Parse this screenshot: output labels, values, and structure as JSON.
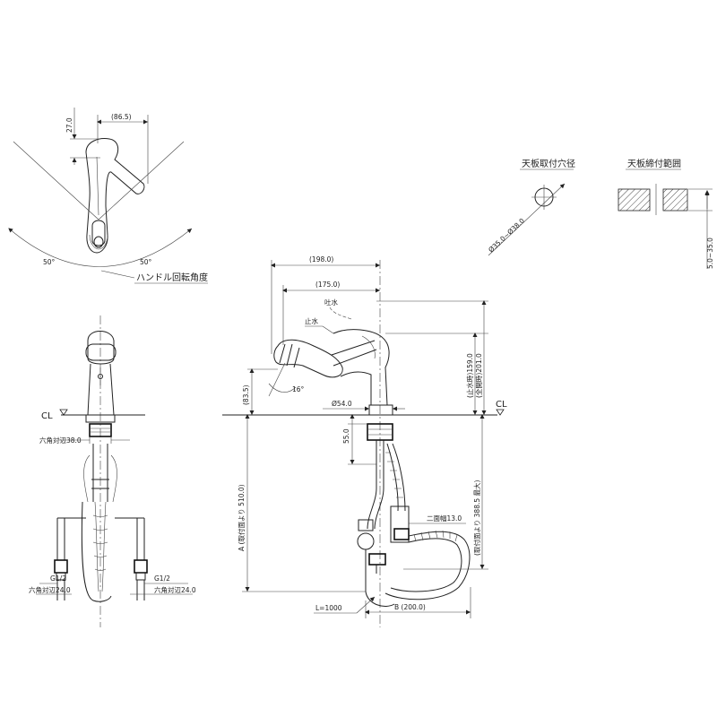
{
  "top_view": {
    "dim_width": "(86.5)",
    "dim_offset": "27.0",
    "angle_left": "50°",
    "angle_right": "50°",
    "caption": "ハンドル回転角度"
  },
  "mounting_hole": {
    "title": "天板取付穴径",
    "dim": "Ø35.0~Ø38.0"
  },
  "mounting_range": {
    "title": "天板締付範囲",
    "dim": "5.0~35.0"
  },
  "front_view": {
    "centerline": "CL",
    "hex_top": "六角対辺38.0",
    "thread_left": "G1/2",
    "thread_right": "G1/2",
    "hex_left": "六角対辺24.0",
    "hex_right": "六角対辺24.0"
  },
  "side_view": {
    "centerline": "CL",
    "dim_reach_total": "(198.0)",
    "dim_reach_spout": "(175.0)",
    "label_stop": "止水",
    "label_flow": "吐水",
    "dim_height_spout": "(83.5)",
    "angle_spout": "16°",
    "dim_base_dia": "Ø54.0",
    "dim_height_stop": "(止水時)159.0",
    "dim_height_open": "(全開時)201.0",
    "dim_shank": "55.0",
    "dim_A": "A (取付面より 510.0)",
    "dim_B": "B (200.0)",
    "dim_hose": "(取付面より 388.5 最大)",
    "dim_hex2": "二面幅13.0",
    "dim_L": "L=1000"
  }
}
